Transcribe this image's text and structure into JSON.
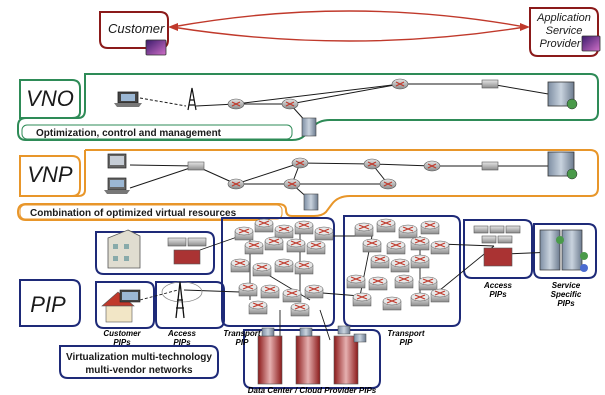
{
  "top": {
    "customer": "Customer",
    "asp_line1": "Application",
    "asp_line2": "Service",
    "asp_line3": "Provider"
  },
  "vno": {
    "tag": "VNO",
    "banner": "Optimization, control and management"
  },
  "vnp": {
    "tag": "VNP",
    "banner": "Combination of optimized virtual resources"
  },
  "pip": {
    "tag": "PIP",
    "customer_pips_line1": "Customer",
    "customer_pips_line2": "PIPs",
    "access_pips_left_line1": "Access",
    "access_pips_left_line2": "PIPs",
    "transport_pip_left_line1": "Transport",
    "transport_pip_left_line2": "PIP",
    "transport_pip_right_line1": "Transport",
    "transport_pip_right_line2": "PIP",
    "access_pips_right_line1": "Access",
    "access_pips_right_line2": "PIPs",
    "service_line1": "Service",
    "service_line2": "Specific",
    "service_line3": "PIPs",
    "virt_line1": "Virtualization multi-technology",
    "virt_line2": "multi-vendor networks",
    "datacenter": "Data Center / Cloud Provider PIPs"
  },
  "colors": {
    "top_border": "#8b1a1a",
    "vno_border": "#2e8b57",
    "vnp_border": "#e8962a",
    "pip_border": "#1e2a78",
    "router": "#a9a9a9",
    "cross": "#c0392b"
  }
}
